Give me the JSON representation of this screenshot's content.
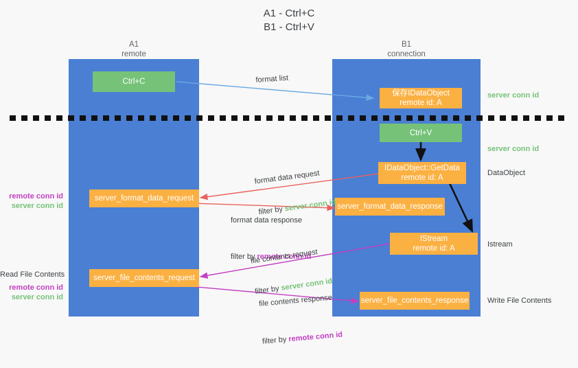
{
  "title": "A1 - Ctrl+C\nB1 - Ctrl+V",
  "columns": [
    {
      "id": "a1",
      "title": "A1\nremote"
    },
    {
      "id": "b1",
      "title": "B1\nconnection"
    }
  ],
  "nodes": {
    "ctrl_c": "Ctrl+C",
    "save_idataobject": "保存IDataObject\nremote id: A",
    "ctrl_v": "Ctrl+V",
    "getdata": "IDataObject::GetData\nremote id: A",
    "server_format_data_request": "server_format_data_request",
    "server_format_data_response": "server_format_data_response",
    "istream": "IStream\nremote id: A",
    "server_file_contents_request": "server_file_contents_request",
    "server_file_contents_response": "server_file_contents_response"
  },
  "edge_labels": {
    "format_list": "format list",
    "format_data_request": "format data request",
    "format_data_request_filter_prefix": "filter by ",
    "format_data_request_filter_value": "server conn id",
    "format_data_response": "format data response",
    "format_data_response_filter_prefix": "filter by ",
    "format_data_response_filter_value": "remote conn id",
    "file_contents_request": "file contents request",
    "file_contents_request_filter_prefix": "filter by ",
    "file_contents_request_filter_value": "server conn id",
    "file_contents_response": "file contents response",
    "file_contents_response_filter_prefix": "filter by ",
    "file_contents_response_filter_value": "remote conn id"
  },
  "side_labels": {
    "right_server_conn_id_1": "server conn id",
    "right_server_conn_id_2": "server conn id",
    "right_dataobject": "DataObject",
    "right_istream": "Istream",
    "right_write_file_contents": "Write File Contents",
    "left_remote_conn_id_1": "remote conn id",
    "left_server_conn_id_1": "server conn id",
    "left_read_file_contents": "Read File Contents",
    "left_remote_conn_id_2": "remote conn id",
    "left_server_conn_id_2": "server conn id"
  },
  "colors": {
    "lane": "#4a7fd4",
    "node_orange": "#fbb042",
    "node_green": "#76c278",
    "conn_green": "#76c278",
    "conn_purple": "#c23fc2",
    "arrow_blue": "#6aa9e0",
    "arrow_red": "#e8625c",
    "arrow_black": "#000000",
    "background": "#f8f8f8"
  }
}
